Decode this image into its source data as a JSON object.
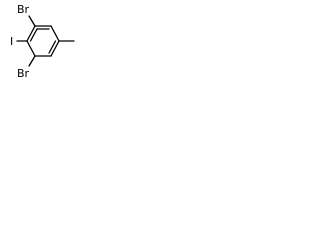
{
  "molecule": {
    "atoms": {
      "br_top": "Br",
      "iodine": "I",
      "br_bottom": "Br"
    }
  }
}
